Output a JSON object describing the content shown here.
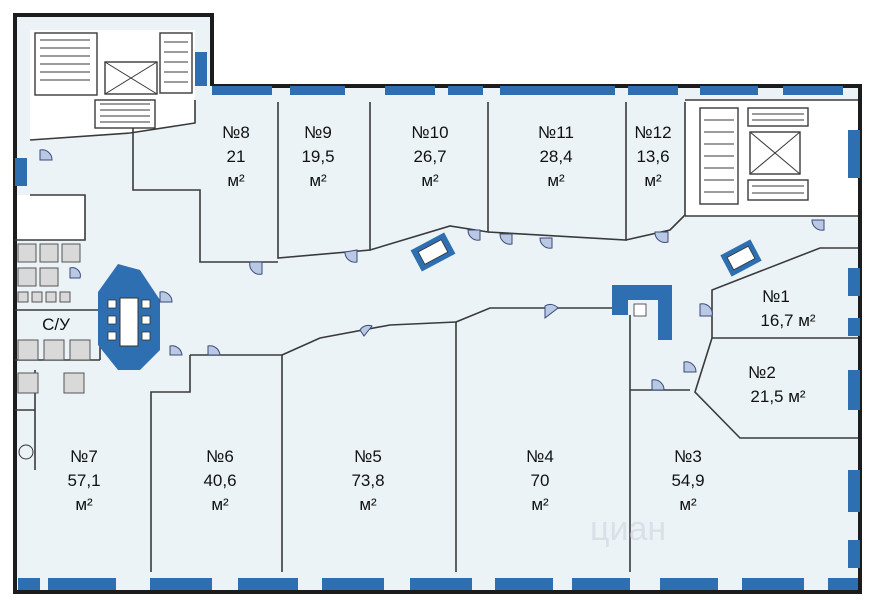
{
  "rooms": {
    "1": {
      "number": "№1",
      "area_full": "16,7 м²"
    },
    "2": {
      "number": "№2",
      "area_full": "21,5 м²"
    },
    "3": {
      "number": "№3",
      "area": "54,9",
      "unit": "м²"
    },
    "4": {
      "number": "№4",
      "area": "70",
      "unit": "м²"
    },
    "5": {
      "number": "№5",
      "area": "73,8",
      "unit": "м²"
    },
    "6": {
      "number": "№6",
      "area": "40,6",
      "unit": "м²"
    },
    "7": {
      "number": "№7",
      "area": "57,1",
      "unit": "м²"
    },
    "8": {
      "number": "№8",
      "area": "21",
      "unit": "м²"
    },
    "9": {
      "number": "№9",
      "area": "19,5",
      "unit": "м²"
    },
    "10": {
      "number": "№10",
      "area": "26,7",
      "unit": "м²"
    },
    "11": {
      "number": "№11",
      "area": "28,4",
      "unit": "м²"
    },
    "12": {
      "number": "№12",
      "area": "13,6",
      "unit": "м²"
    }
  },
  "wc": {
    "label": "С/У"
  },
  "watermark": {
    "text": "циан"
  },
  "colors": {
    "accent_blue": "#2d6fb0",
    "floor": "#ebf3f7",
    "wall": "#1c1c1c"
  }
}
